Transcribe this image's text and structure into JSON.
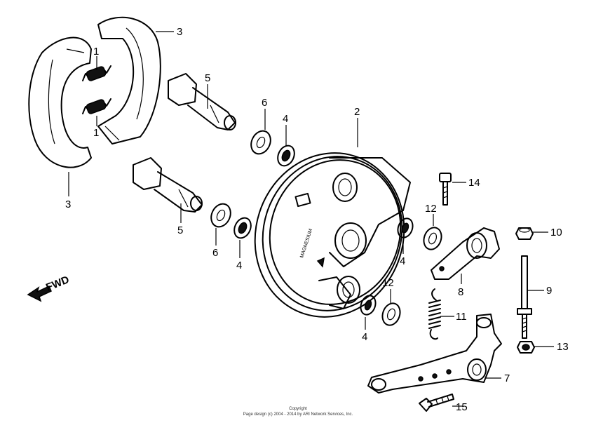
{
  "labels": {
    "l1a": "1",
    "l1b": "1",
    "l2": "2",
    "l3a": "3",
    "l3b": "3",
    "l4a": "4",
    "l4b": "4",
    "l4c": "4",
    "l4d": "4",
    "l5a": "5",
    "l5b": "5",
    "l6a": "6",
    "l6b": "6",
    "l7": "7",
    "l8": "8",
    "l9": "9",
    "l10": "10",
    "l11": "11",
    "l12a": "12",
    "l12b": "12",
    "l13": "13",
    "l14": "14",
    "l15": "15"
  },
  "fwd": "FWD",
  "panel_text": "MAGNESIUM",
  "copyright": {
    "line1": "Copyright",
    "line2": "Page design (c) 2004 - 2014 by ARI Network Services, Inc."
  }
}
